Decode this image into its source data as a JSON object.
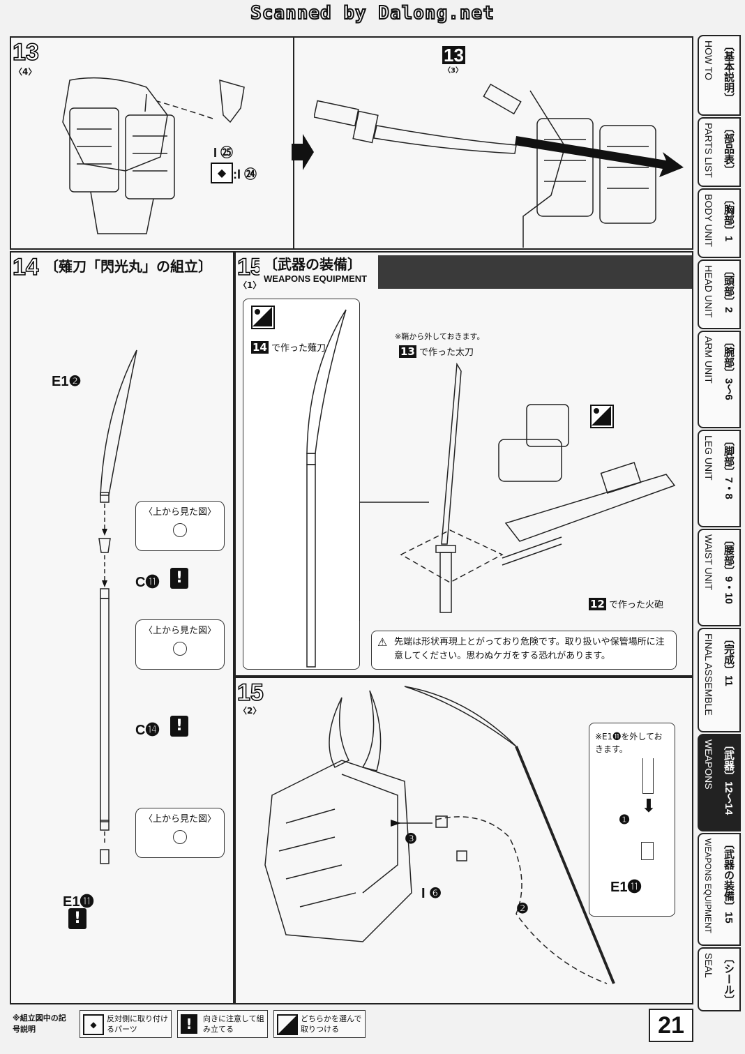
{
  "banner": "Scanned by Dalong.net",
  "page_number": "21",
  "step13": {
    "number": "13",
    "sub": "〈4〉",
    "part_main": "I ㉕",
    "part_alt": ":I ㉔",
    "sword_ref_number": "13",
    "sword_ref_sub": "〈3〉"
  },
  "step14": {
    "number": "14",
    "title": "〔薙刀「閃光丸」の組立〕",
    "parts": [
      "E1❷",
      "C⓫",
      "C⓮",
      "E1⓫"
    ],
    "callout": "〈上から見た図〉"
  },
  "step15a": {
    "number": "15",
    "sub": "〈1〉",
    "title": "〔武器の装備〕",
    "title_en": "WEAPONS EQUIPMENT",
    "naginata_label": "で作った薙刀",
    "naginata_ref": "14",
    "remove_note": "※鞘から外しておきます。",
    "tachi_label": "で作った太刀",
    "tachi_ref": "13",
    "cannon_label": "で作った火砲",
    "cannon_ref": "12",
    "caution": "先端は形状再現上とがっており危険です。取り扱いや保管場所に注意してください。思わぬケガをする恐れがあります。"
  },
  "step15b": {
    "number": "15",
    "sub": "〈2〉",
    "remove_note": "※E1⓫を外しておきます。",
    "part_i": "I ❻",
    "part_e": "E1⓫",
    "arrows": [
      "❶",
      "❷",
      "❸"
    ]
  },
  "tabs": [
    {
      "jp": "〔基本説明〕",
      "en": "HOW TO",
      "active": false
    },
    {
      "jp": "〔部品表〕",
      "en": "PARTS LIST",
      "active": false
    },
    {
      "jp": "〔胸部〕1",
      "en": "BODY UNIT",
      "active": false
    },
    {
      "jp": "〔頭部〕2",
      "en": "HEAD UNIT",
      "active": false
    },
    {
      "jp": "〔腕部〕3〜6",
      "en": "ARM UNIT",
      "active": false
    },
    {
      "jp": "〔脚部〕7・8",
      "en": "LEG UNIT",
      "active": false
    },
    {
      "jp": "〔腰部〕9・10",
      "en": "WAIST UNIT",
      "active": false
    },
    {
      "jp": "〔完成〕11",
      "en": "FINAL ASSEMBLE",
      "active": false
    },
    {
      "jp": "〔武器〕12〜14",
      "en": "WEAPONS",
      "active": true
    },
    {
      "jp": "〔武器の装備〕15",
      "en": "WEAPONS EQUIPMENT",
      "active": false
    },
    {
      "jp": "〔シール〕",
      "en": "SEAL",
      "active": false
    }
  ],
  "legend": {
    "title": "※組立図中の記号説明",
    "items": [
      {
        "icon": "swap-icon",
        "text": "反対側に取り付けるパーツ"
      },
      {
        "icon": "caution-icon",
        "text": "向きに注意して組み立てる"
      },
      {
        "icon": "choice-icon",
        "text": "どちらかを選んで取りつける"
      }
    ]
  }
}
